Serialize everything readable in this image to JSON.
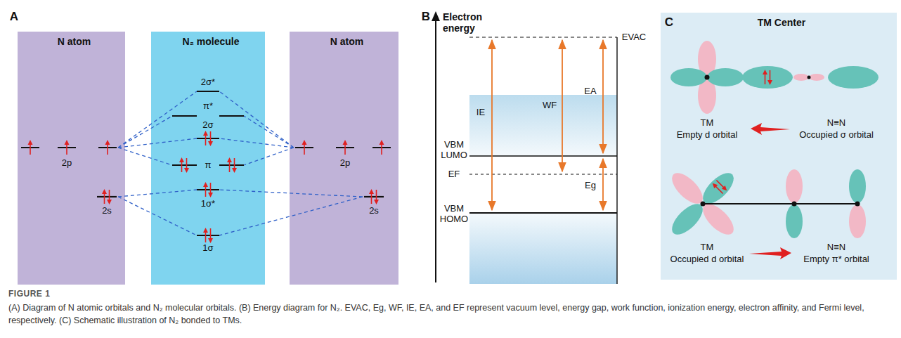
{
  "diagram": {
    "title": "FIGURE 1",
    "caption": "(A) Diagram of N atomic orbitals and N₂ molecular orbitals. (B) Energy diagram for N₂. EVAC, Eg, WF, IE, EA, and EF represent vacuum level, energy gap, work function, ionization energy, electron affinity, and Fermi level, respectively. (C) Schematic illustration of N₂ bonded to TMs.",
    "nodes": [
      {
        "text": [
          "N atom"
        ]
      },
      {
        "text": [
          "N₂ molecule"
        ]
      },
      {
        "text": [
          "N atom"
        ]
      },
      {
        "text": [
          "TM Center"
        ]
      }
    ],
    "labels": [
      "A",
      "B",
      "C",
      "2p",
      "2s",
      "2σ*",
      "π*",
      "2σ",
      "π",
      "1σ*",
      "1σ",
      "2p",
      "2s",
      "Electron energy",
      "EVAC",
      "IE",
      "WF",
      "EA",
      "VBM",
      "LUMO",
      "EF",
      "Eg",
      "VBM",
      "HOMO",
      "TM",
      "Empty d orbital",
      "N≡N",
      "Occupied σ orbital",
      "TM",
      "Occupied d orbital",
      "N≡N",
      "Empty π* orbital"
    ]
  }
}
